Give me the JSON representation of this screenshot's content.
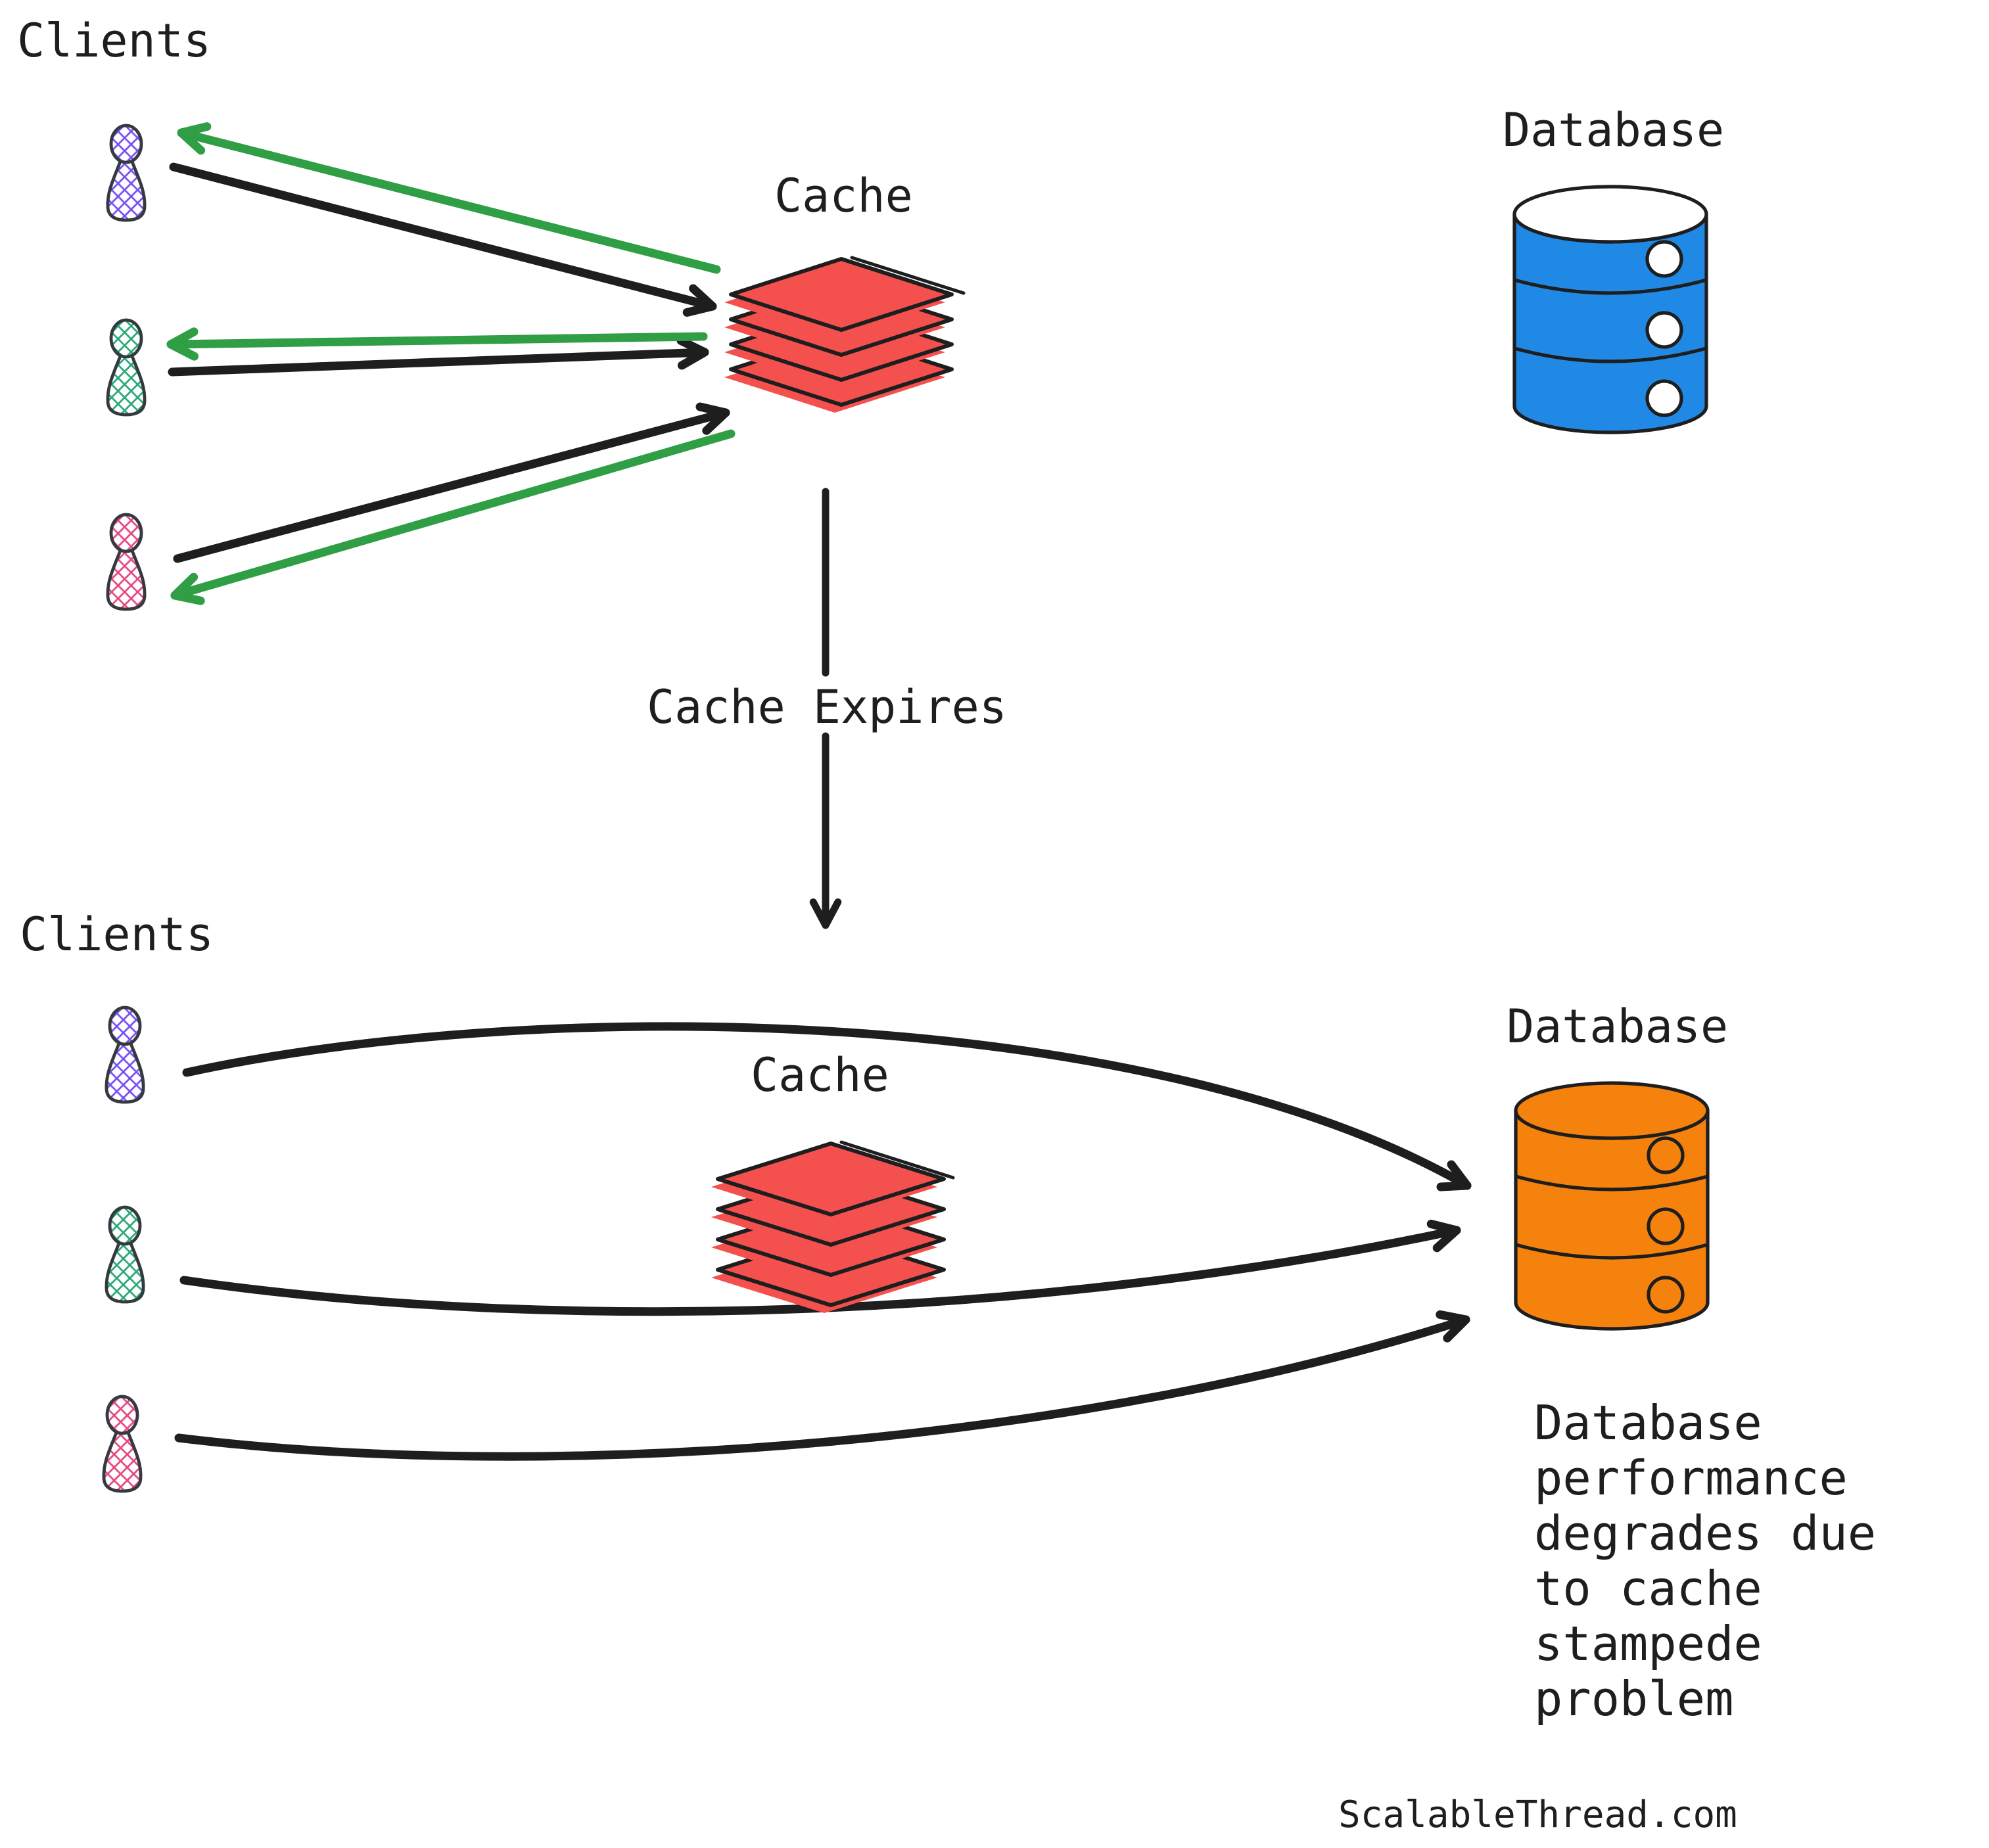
{
  "colors": {
    "ink": "#1e1e1e",
    "arrow_green": "#2f9e44",
    "cache_red": "#f4504e",
    "db_blue": "#2089e5",
    "db_orange": "#f5820d",
    "client_purple": "#7950f2",
    "client_green": "#2aa876",
    "client_pink": "#e64980",
    "outline_dark": "#343a40"
  },
  "top_section": {
    "clients_label": "Clients",
    "cache_label": "Cache",
    "database_label": "Database"
  },
  "transition": {
    "label": "Cache Expires"
  },
  "bottom_section": {
    "clients_label": "Clients",
    "cache_label": "Cache",
    "database_label": "Database",
    "caption": "Database\nperformance\ndegrades due\nto cache\nstampede problem"
  },
  "footer": {
    "site": "ScalableThread.com"
  }
}
